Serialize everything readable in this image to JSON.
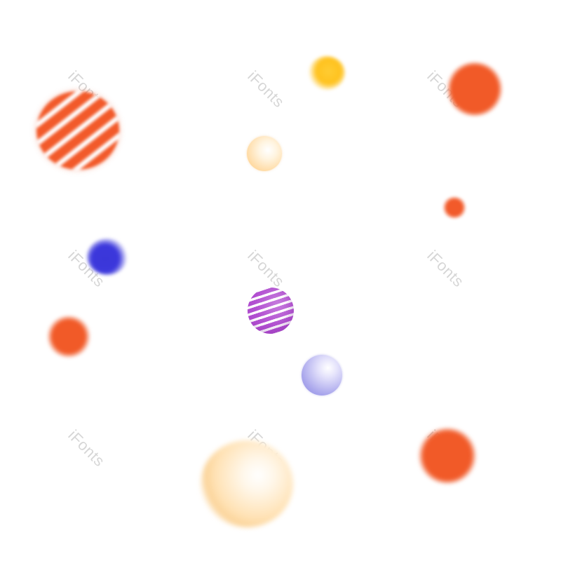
{
  "watermark": {
    "text": "iFonts"
  },
  "colors": {
    "background": "#ffffff",
    "orange": "#f15a28",
    "yellow": "#ffc21e",
    "blue": "#3c38dc",
    "purple": "#b24fd1",
    "cream": "#ffd9a0",
    "lavender": "#a9a6ec"
  },
  "balls": [
    {
      "name": "orange-striped-ball",
      "color": "#f25a2a",
      "pattern": "striped",
      "blurred": true
    },
    {
      "name": "yellow-ball",
      "color": "#ffc21e",
      "pattern": "solid",
      "blurred": true
    },
    {
      "name": "orange-ball",
      "color": "#f15a28",
      "pattern": "solid",
      "blurred": true
    },
    {
      "name": "cream-pearl",
      "color": "#ffd9a0",
      "pattern": "glossy",
      "blurred": false
    },
    {
      "name": "orange-ball-small",
      "color": "#f25a2a",
      "pattern": "solid",
      "blurred": true
    },
    {
      "name": "blue-ball",
      "color": "#3c38dc",
      "pattern": "solid",
      "blurred": true
    },
    {
      "name": "purple-striped-ball",
      "color": "#b24fd1",
      "pattern": "striped",
      "blurred": false
    },
    {
      "name": "orange-ball",
      "color": "#f15a28",
      "pattern": "solid",
      "blurred": true
    },
    {
      "name": "lavender-pearl",
      "color": "#a9a6ec",
      "pattern": "glossy",
      "blurred": false
    },
    {
      "name": "orange-ball",
      "color": "#f15a28",
      "pattern": "solid",
      "blurred": true
    },
    {
      "name": "cream-ball-large",
      "color": "#fbd49a",
      "pattern": "glossy",
      "blurred": true
    }
  ]
}
